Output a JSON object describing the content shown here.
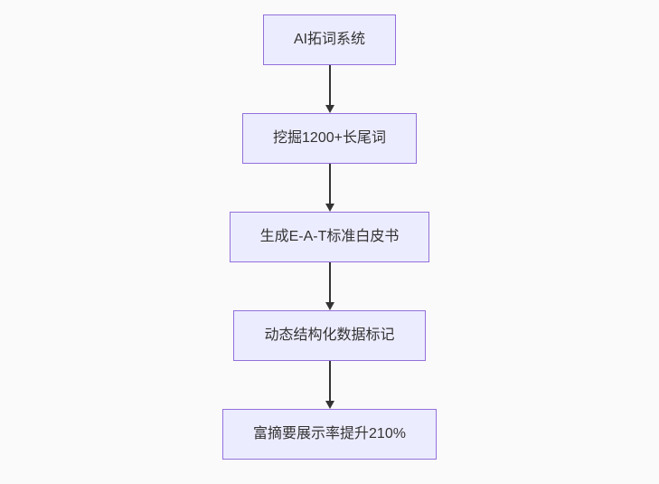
{
  "diagram": {
    "type": "flowchart",
    "direction": "top-down",
    "nodes": [
      {
        "label": "AI拓词系统"
      },
      {
        "label": "挖掘1200+长尾词"
      },
      {
        "label": "生成E-A-T标准白皮书"
      },
      {
        "label": "动态结构化数据标记"
      },
      {
        "label": "富摘要展示率提升210%"
      }
    ],
    "edges": [
      {
        "from": 0,
        "to": 1,
        "style": "arrow-down"
      },
      {
        "from": 1,
        "to": 2,
        "style": "arrow-down"
      },
      {
        "from": 2,
        "to": 3,
        "style": "arrow-down"
      },
      {
        "from": 3,
        "to": 4,
        "style": "arrow-down"
      }
    ],
    "colors": {
      "background": "#fafafa",
      "node_fill": "#ECECFF",
      "node_border": "#9370DB",
      "arrow": "#333333",
      "text": "#333333"
    }
  }
}
